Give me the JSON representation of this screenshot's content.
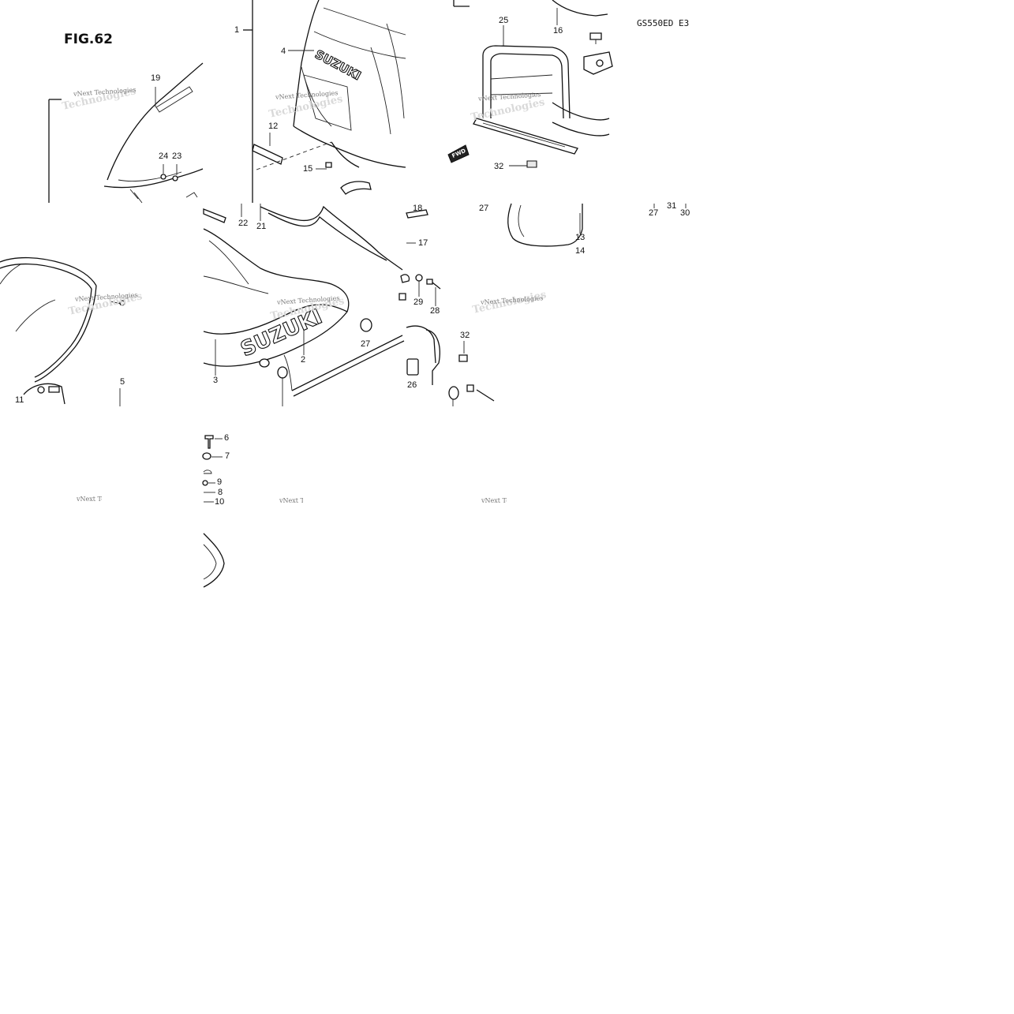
{
  "figure": {
    "title": "FIG.62",
    "model": "GS550ED E3"
  },
  "watermark": {
    "line1": "vNext Technologies",
    "line2": "Technologies"
  },
  "brand": {
    "logo_text": "SUZUKI"
  },
  "tag": {
    "fwd": "FWD"
  },
  "parts": [
    {
      "id": "p1",
      "num": "1"
    },
    {
      "id": "p2",
      "num": "2"
    },
    {
      "id": "p3",
      "num": "3"
    },
    {
      "id": "p4",
      "num": "4"
    },
    {
      "id": "p5",
      "num": "5"
    },
    {
      "id": "p6",
      "num": "6"
    },
    {
      "id": "p7",
      "num": "7"
    },
    {
      "id": "p8",
      "num": "8"
    },
    {
      "id": "p9",
      "num": "9"
    },
    {
      "id": "p10",
      "num": "10"
    },
    {
      "id": "p11",
      "num": "11"
    },
    {
      "id": "p12",
      "num": "12"
    },
    {
      "id": "p13",
      "num": "13"
    },
    {
      "id": "p14",
      "num": "14"
    },
    {
      "id": "p15",
      "num": "15"
    },
    {
      "id": "p16",
      "num": "16"
    },
    {
      "id": "p17",
      "num": "17"
    },
    {
      "id": "p18",
      "num": "18"
    },
    {
      "id": "p19",
      "num": "19"
    },
    {
      "id": "p21",
      "num": "21"
    },
    {
      "id": "p22",
      "num": "22"
    },
    {
      "id": "p23",
      "num": "23"
    },
    {
      "id": "p24",
      "num": "24"
    },
    {
      "id": "p25",
      "num": "25"
    },
    {
      "id": "p26",
      "num": "26"
    },
    {
      "id": "p27a",
      "num": "27"
    },
    {
      "id": "p27b",
      "num": "27"
    },
    {
      "id": "p27c",
      "num": "27"
    },
    {
      "id": "p28",
      "num": "28"
    },
    {
      "id": "p29",
      "num": "29"
    },
    {
      "id": "p30",
      "num": "30"
    },
    {
      "id": "p31",
      "num": "31"
    },
    {
      "id": "p32a",
      "num": "32"
    },
    {
      "id": "p32b",
      "num": "32"
    }
  ]
}
